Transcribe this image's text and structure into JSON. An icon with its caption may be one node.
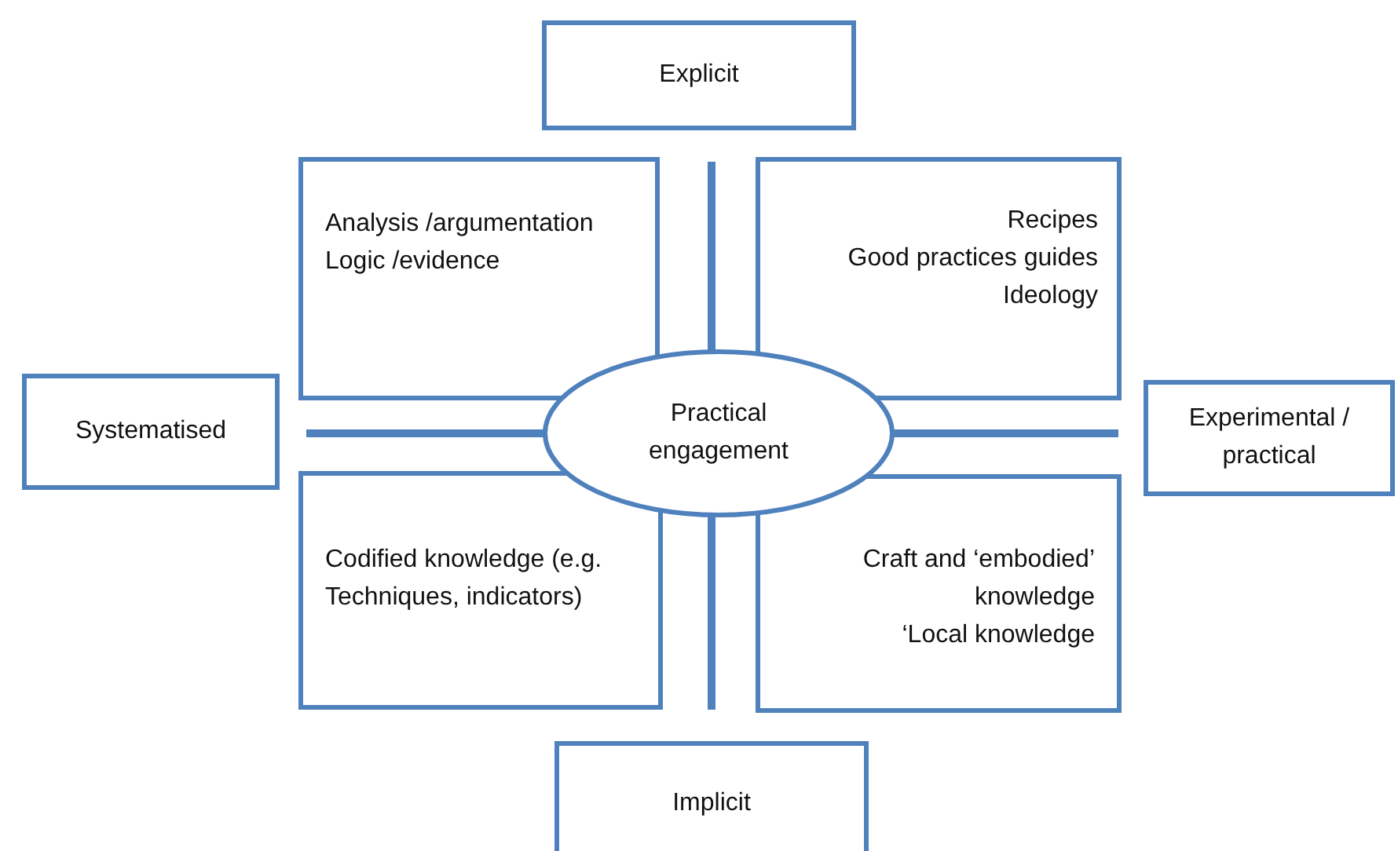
{
  "diagram": {
    "nodes": [
      {
        "text": [
          "Explicit"
        ]
      },
      {
        "text": [
          "Analysis /argumentation",
          "Logic /evidence"
        ]
      },
      {
        "text": [
          "Recipes",
          "Good practices guides",
          "Ideology"
        ]
      },
      {
        "text": [
          "Systematised"
        ]
      },
      {
        "text": [
          "Practical engagement"
        ]
      },
      {
        "text": [
          "Experimental / practical"
        ]
      },
      {
        "text": [
          "Codified knowledge (e.g. Techniques, indicators)"
        ]
      },
      {
        "text": [
          "Craft and ‘embodied’ knowledge",
          "‘Local knowledge"
        ]
      },
      {
        "text": [
          "Implicit"
        ]
      }
    ]
  }
}
